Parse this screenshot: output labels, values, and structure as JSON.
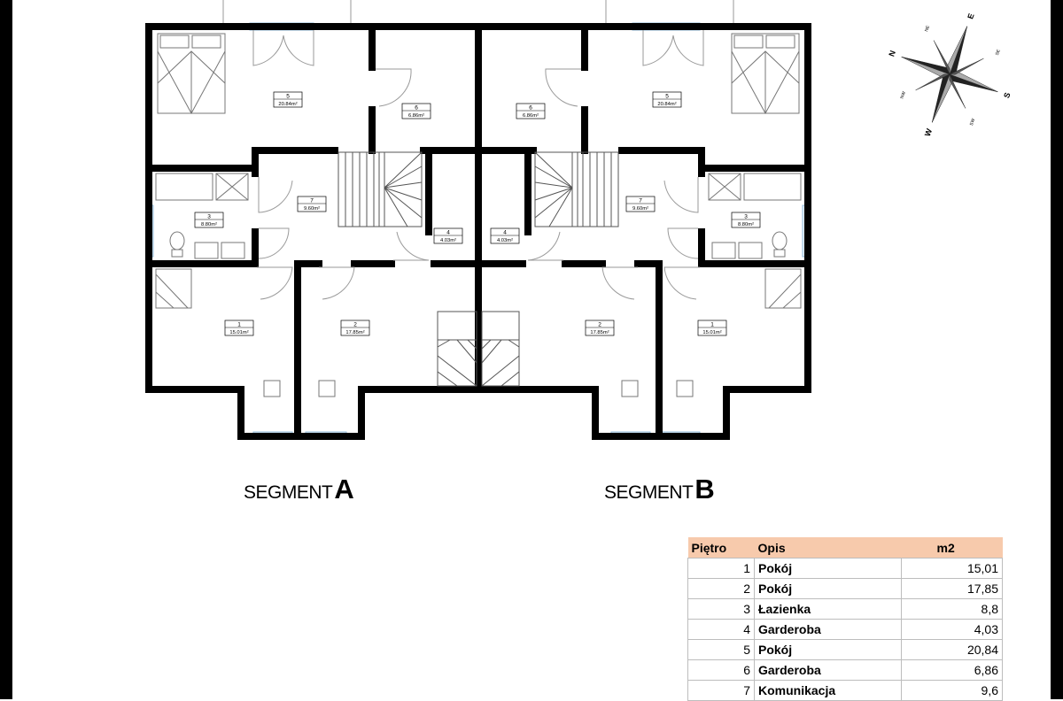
{
  "rooms": [
    {
      "num": "1",
      "area": "15.01m²"
    },
    {
      "num": "2",
      "area": "17.85m²"
    },
    {
      "num": "3",
      "area": "8.80m²"
    },
    {
      "num": "4",
      "area": "4.03m²"
    },
    {
      "num": "5",
      "area": "20.84m²"
    },
    {
      "num": "6",
      "area": "6.86m²"
    },
    {
      "num": "7",
      "area": "9.60m²"
    }
  ],
  "compass": {
    "n": "N",
    "s": "S",
    "e": "E",
    "w": "W",
    "ne": "NE",
    "nw": "NW",
    "se": "SE",
    "sw": "SW"
  },
  "segments": [
    {
      "prefix": "SEGMENT",
      "letter": "A"
    },
    {
      "prefix": "SEGMENT",
      "letter": "B"
    }
  ],
  "table": {
    "headers": {
      "floor": "Piętro",
      "desc": "Opis",
      "area": "m2"
    },
    "rows": [
      {
        "floor": "1",
        "desc": "Pokój",
        "area": "15,01"
      },
      {
        "floor": "2",
        "desc": "Pokój",
        "area": "17,85"
      },
      {
        "floor": "3",
        "desc": "Łazienka",
        "area": "8,8"
      },
      {
        "floor": "4",
        "desc": "Garderoba",
        "area": "4,03"
      },
      {
        "floor": "5",
        "desc": "Pokój",
        "area": "20,84"
      },
      {
        "floor": "6",
        "desc": "Garderoba",
        "area": "6,86"
      },
      {
        "floor": "7",
        "desc": "Komunikacja",
        "area": "9,6"
      }
    ]
  },
  "colors": {
    "wall": "#000000",
    "header_bg": "#f7caac",
    "fixture": "#888888",
    "door_swing": "#9a9a9a",
    "window": "#8fb9d9"
  }
}
